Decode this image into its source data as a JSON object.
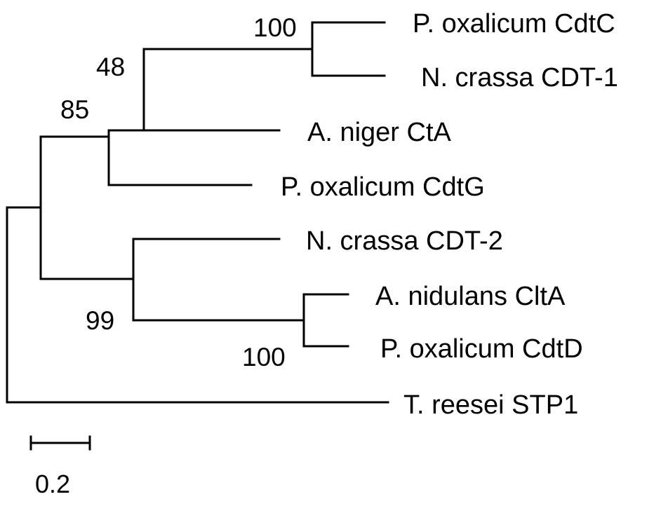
{
  "tree": {
    "leaves": [
      {
        "id": "l1",
        "label": "P. oxalicum CdtC"
      },
      {
        "id": "l2",
        "label": "N. crassa CDT-1"
      },
      {
        "id": "l3",
        "label": "A. niger CtA"
      },
      {
        "id": "l4",
        "label": "P. oxalicum CdtG"
      },
      {
        "id": "l5",
        "label": "N. crassa CDT-2"
      },
      {
        "id": "l6",
        "label": "A. nidulans CltA"
      },
      {
        "id": "l7",
        "label": "P. oxalicum CdtD"
      },
      {
        "id": "l8",
        "label": "T. reesei STP1"
      }
    ],
    "support_values": [
      {
        "node": "n_cdtc_cdt1",
        "value": "100"
      },
      {
        "node": "n_cta_clade",
        "value": "48"
      },
      {
        "node": "n_cdtg_clade",
        "value": "85"
      },
      {
        "node": "n_cdt2_clade",
        "value": "99"
      },
      {
        "node": "n_clta_cdtd",
        "value": "100"
      }
    ],
    "scale_bar": {
      "label": "0.2"
    }
  }
}
